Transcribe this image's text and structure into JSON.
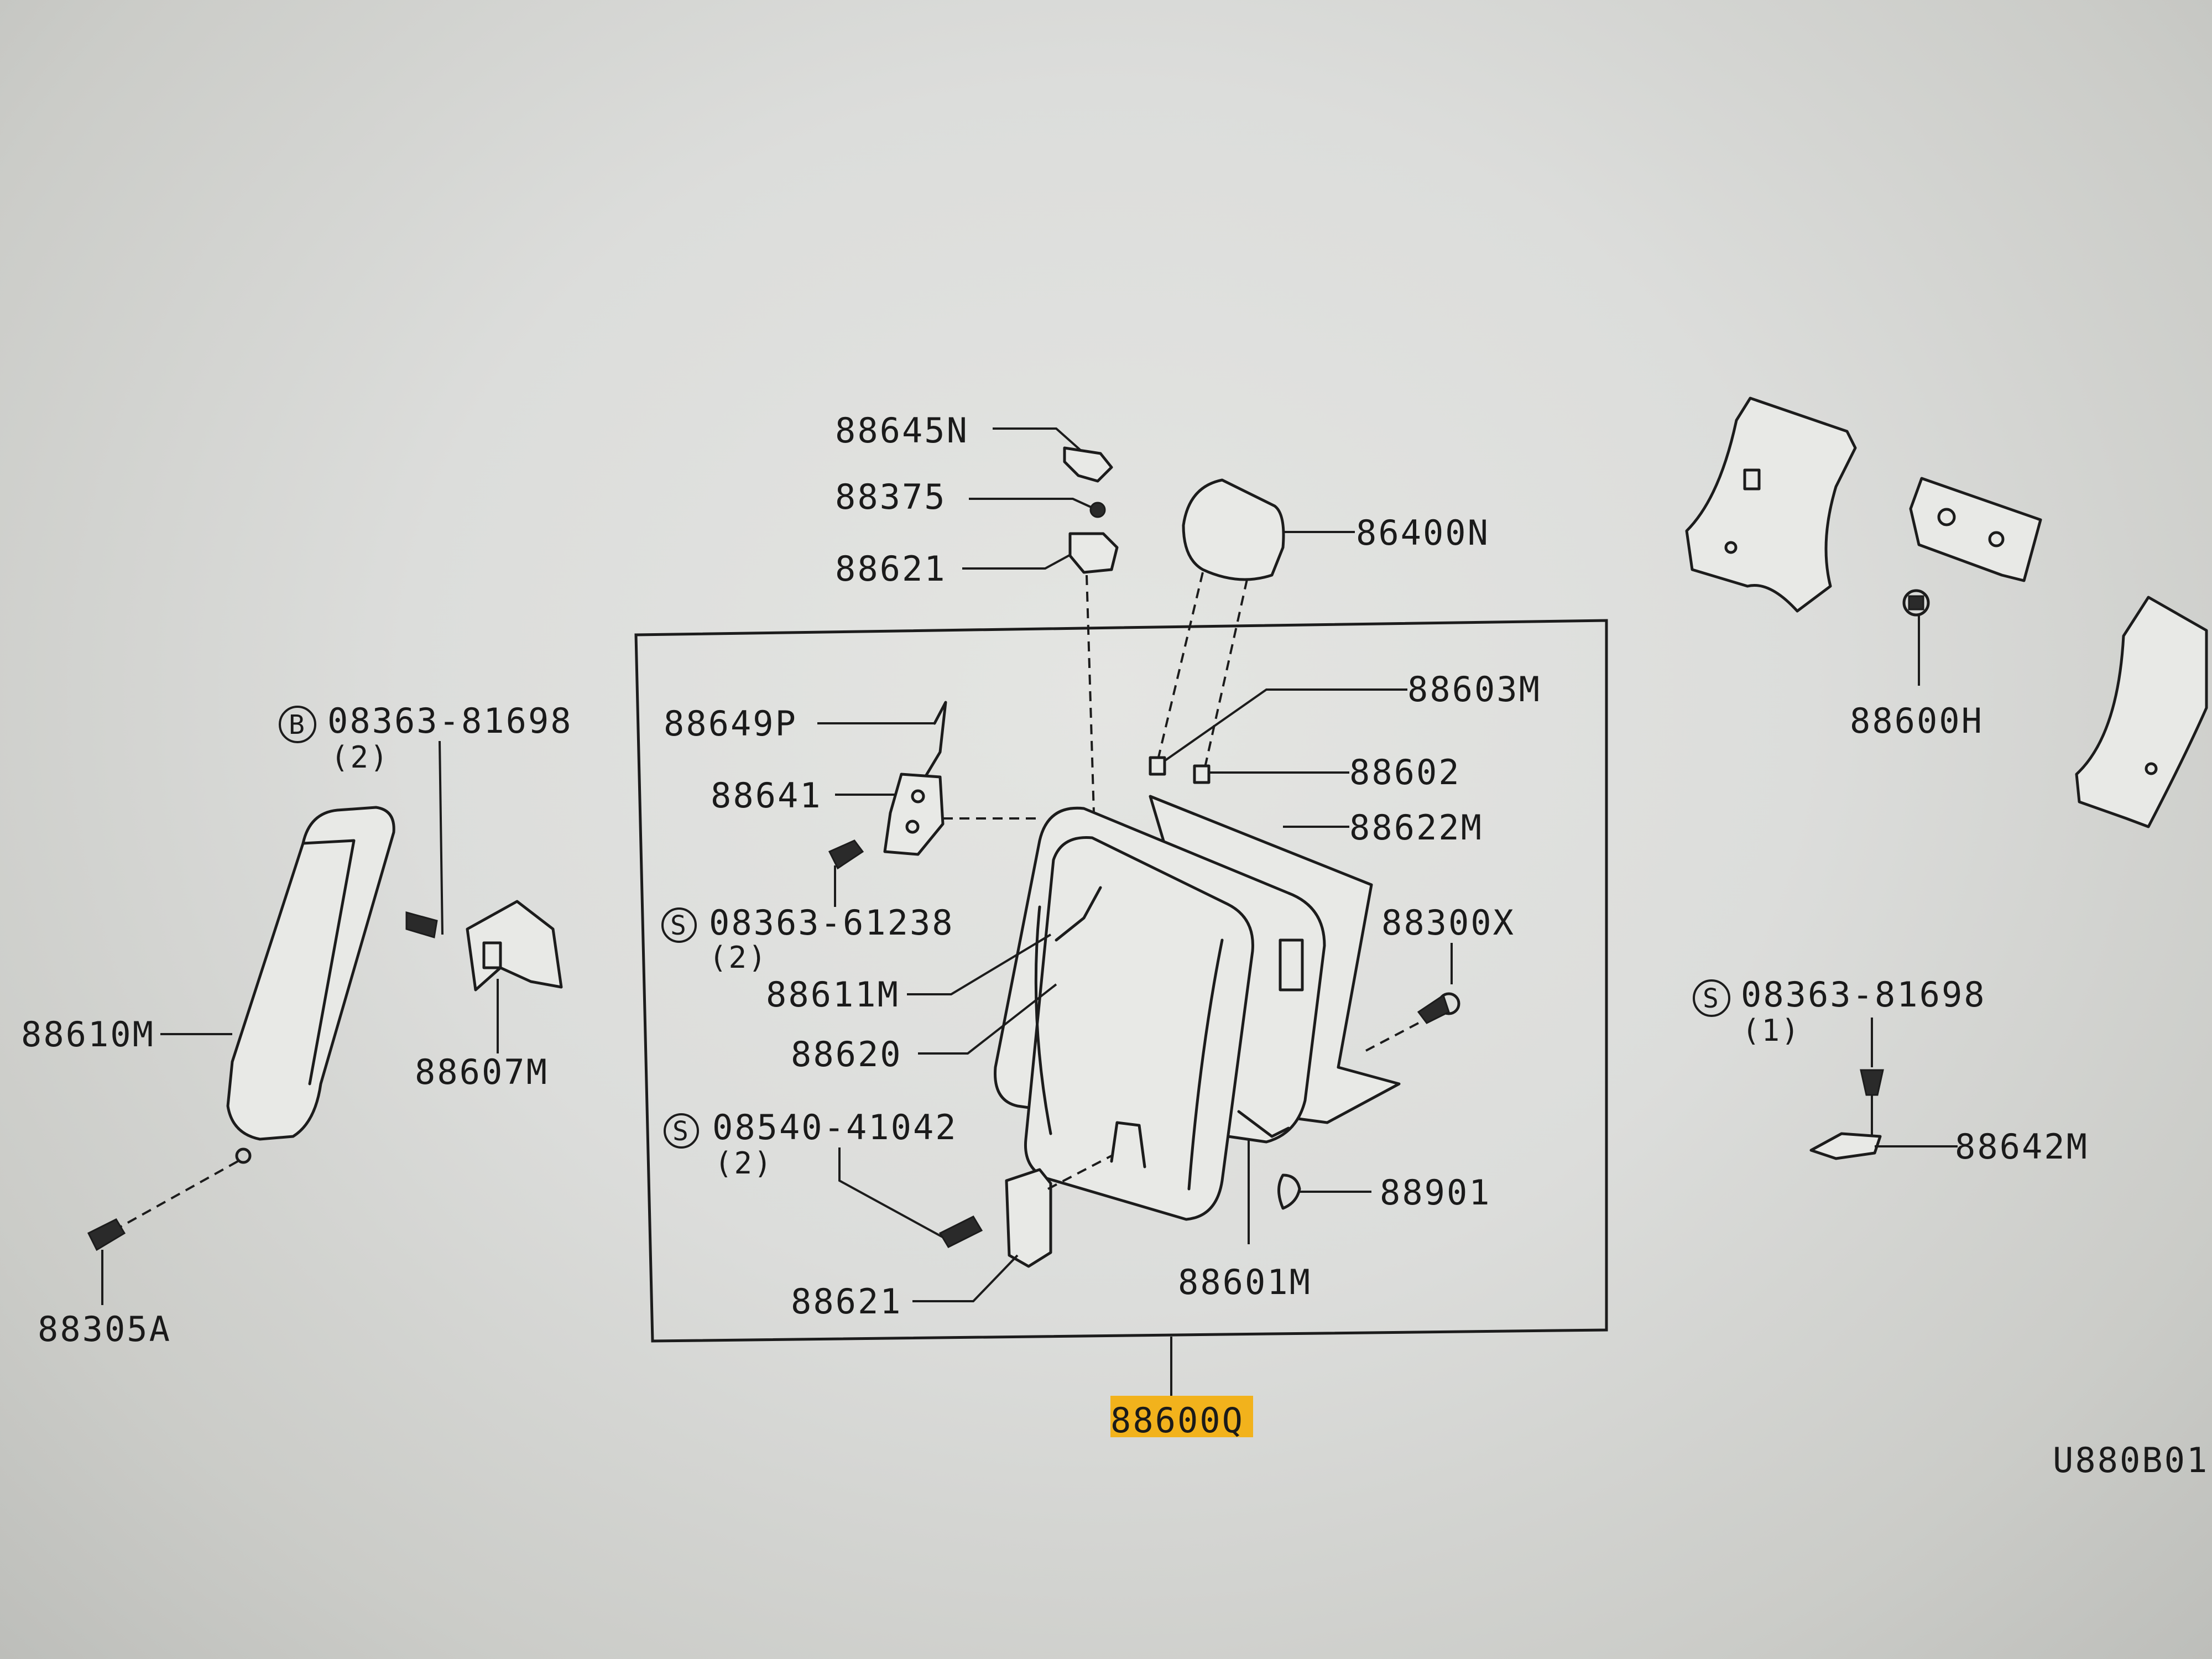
{
  "diagram_code": "U880B01",
  "highlighted_part": "88600Q",
  "highlight_color": "#f2b21c",
  "markers": {
    "bolt": "B",
    "screw": "S"
  },
  "labels": {
    "p88645N": "88645N",
    "p88375": "88375",
    "p88621_top": "88621",
    "p86400N": "86400N",
    "p88603M": "88603M",
    "p88649P": "88649P",
    "p88641": "88641",
    "p88602": "88602",
    "p88622M": "88622M",
    "s08363_61238": "08363-61238",
    "s08363_61238_qty": "(2)",
    "p88300X": "88300X",
    "p88611M": "88611M",
    "p88620": "88620",
    "s08540_41042": "08540-41042",
    "s08540_41042_qty": "(2)",
    "p88901": "88901",
    "p88621_bottom": "88621",
    "p88601M": "88601M",
    "p88600Q": "88600Q",
    "b08363_81698": "08363-81698",
    "b08363_81698_qty": "(2)",
    "p88610M": "88610M",
    "p88607M": "88607M",
    "p88305A": "88305A",
    "p88600H": "88600H",
    "s08363_81698_r": "08363-81698",
    "s08363_81698_r_qty": "(1)",
    "p88642M": "88642M"
  }
}
